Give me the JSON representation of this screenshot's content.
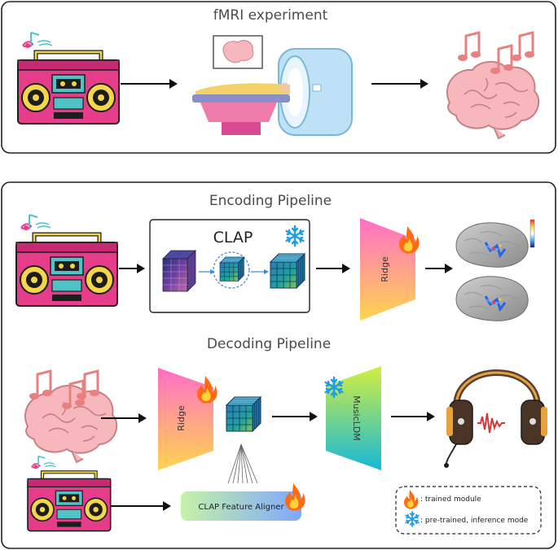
{
  "panels": {
    "fmri": {
      "title": "fMRI experiment"
    },
    "encoding": {
      "title": "Encoding Pipeline"
    },
    "decoding": {
      "title": "Decoding Pipeline"
    }
  },
  "modules": {
    "clap": "CLAP",
    "ridge_encoding": "Ridge",
    "ridge_decoding": "Ridge",
    "musicldm": "MusicLDM",
    "aligner": "CLAP Feature Aligner"
  },
  "legend": {
    "trained": ": trained module",
    "pretrained": ": pre-trained, inference mode"
  },
  "icons": {
    "boombox": "boombox-icon",
    "brain": "brain-icon",
    "mri": "mri-scanner-icon",
    "headphones": "headphones-icon",
    "flame": "flame-icon",
    "snowflake": "snowflake-icon",
    "cortex": "cortex-map-icon"
  },
  "colors": {
    "ridge_top": "#ff6ec7",
    "ridge_bottom": "#ffd54f",
    "musicldm_top": "#d4ef3f",
    "musicldm_bottom": "#16b8d9",
    "aligner_left": "#b9f0a4",
    "aligner_right": "#7fa7ff",
    "flame": "#ff6a13",
    "snowflake": "#1e9be9"
  }
}
